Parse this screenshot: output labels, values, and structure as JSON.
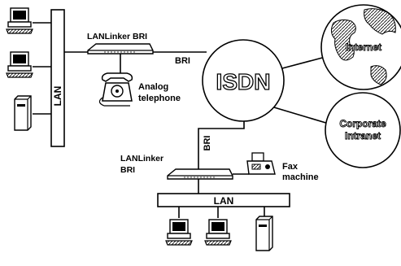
{
  "diagram": {
    "labels": {
      "lan_vertical": "LAN",
      "lanlinker_top": "LANLinker BRI",
      "bri_top": "BRI",
      "isdn": "ISDN",
      "analog_line1": "Analog",
      "analog_line2": "telephone",
      "internet": "Internet",
      "corporate_line1": "Corporate",
      "corporate_line2": "Intranet",
      "bri_vertical": "BRI",
      "lanlinker_bottom_line1": "LANLinker",
      "lanlinker_bottom_line2": "BRI",
      "fax_line1": "Fax",
      "fax_line2": "machine",
      "lan_bottom": "LAN"
    },
    "icons": {
      "top_left_pc_1": "desktop-computer-icon",
      "top_left_pc_2": "desktop-computer-icon",
      "top_left_server": "tower-server-icon",
      "telephone": "telephone-icon",
      "globe": "globe-icon",
      "fax": "fax-machine-icon",
      "bottom_pc_1": "desktop-computer-icon",
      "bottom_pc_2": "desktop-computer-icon",
      "bottom_server": "tower-server-icon"
    }
  }
}
